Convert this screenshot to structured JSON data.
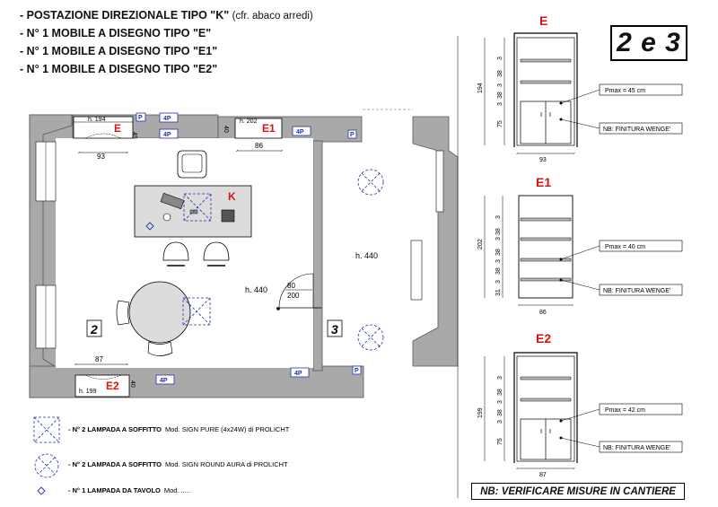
{
  "header": {
    "line1": "- POSTAZIONE DIREZIONALE TIPO \"K\"",
    "line1_note": "(cfr. abaco arredi)",
    "line2": "- N° 1 MOBILE A DISEGNO  TIPO \"E\"",
    "line3": "- N° 1 MOBILE A DISEGNO  TIPO \"E1\"",
    "line4": "- N° 1 MOBILE A DISEGNO  TIPO \"E2\""
  },
  "room_badge": "2 e 3",
  "footer_note": "NB: VERIFICARE MISURE IN CANTIERE",
  "plan": {
    "cabinet_tags": {
      "e": "E",
      "e1": "E1",
      "e2": "E2",
      "k": "K"
    },
    "wall_labels": {
      "h194": "h. 194",
      "h202": "h. 202",
      "h199": "h. 199",
      "h440a": "h. 440",
      "h440b": "h. 440"
    },
    "dims": {
      "d45": "45",
      "d40": "40",
      "d40b": "40",
      "d93": "93",
      "d86": "86",
      "d87": "87",
      "d80": "80",
      "d200": "200"
    },
    "outlets": {
      "p": "P",
      "four_p": "4P"
    },
    "rooms": {
      "r2": "2",
      "r3": "3"
    }
  },
  "legend": [
    {
      "bold": "- N° 2 LAMPADA A SOFFITTO",
      "text": "Mod. SIGN PURE (4x24W) di PROLICHT",
      "icon": "square-lamp-icon"
    },
    {
      "bold": "- N° 2 LAMPADA A SOFFITTO",
      "text": "Mod. SIGN ROUND AURA di PROLICHT",
      "icon": "round-lamp-icon"
    },
    {
      "bold": "- N° 1 LAMPADA DA TAVOLO",
      "text": "Mod. .....",
      "icon": "diamond-lamp-icon"
    }
  ],
  "elevations": {
    "e": {
      "title": "E",
      "total": "194",
      "dims": [
        "3",
        "38",
        "3",
        "38",
        "3",
        "75"
      ],
      "width": "93",
      "pmax": "Pmax = 45 cm",
      "finish": "NB: FINITURA WENGE'"
    },
    "e1": {
      "title": "E1",
      "total": "202",
      "dims": [
        "3",
        "38",
        "3",
        "38",
        "3",
        "38",
        "3",
        "31"
      ],
      "width": "86",
      "pmax": "Pmax = 40 cm",
      "finish": "NB: FINITURA WENGE'"
    },
    "e2": {
      "title": "E2",
      "total": "199",
      "dims": [
        "3",
        "38",
        "3",
        "38",
        "3",
        "75"
      ],
      "width": "87",
      "pmax": "Pmax = 42 cm",
      "finish": "NB: FINITURA WENGE'"
    }
  },
  "colors": {
    "wall": "#a9a9a9",
    "accent_red": "#e01010",
    "accent_blue": "#2233aa",
    "furniture": "#dcdcdc"
  }
}
